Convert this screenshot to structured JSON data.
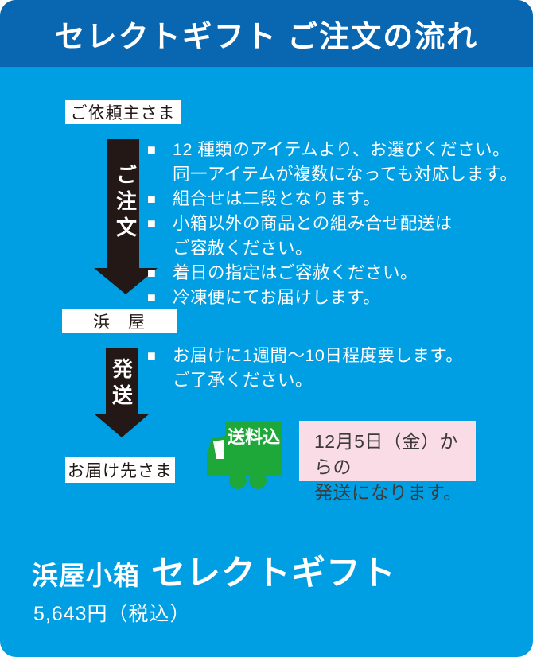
{
  "header": {
    "title": "セレクトギフト ご注文の流れ"
  },
  "flow": {
    "step1_label": "ご依頼主さま",
    "arrow1_label": "ご注文",
    "notes1": [
      {
        "marker": "■",
        "text": "12 種類のアイテムより、お選びください。"
      },
      {
        "marker": "",
        "text": "同一アイテムが複数になっても対応します。"
      },
      {
        "marker": "■",
        "text": "組合せは二段となります。"
      },
      {
        "marker": "■",
        "text": "小箱以外の商品との組み合せ配送は"
      },
      {
        "marker": "",
        "text": "ご容赦ください。"
      },
      {
        "marker": "■",
        "text": "着日の指定はご容赦ください。"
      },
      {
        "marker": "■",
        "text": "冷凍便にてお届けします。"
      }
    ],
    "step2_label": "浜　屋",
    "arrow2_label": "発送",
    "notes2": [
      {
        "marker": "■",
        "text": "お届けに1週間～10日程度要します。"
      },
      {
        "marker": "",
        "text": "ご了承ください。"
      }
    ],
    "step3_label": "お届け先さま"
  },
  "shipping": {
    "truck_badge": "送料込",
    "notice_line1": "12月5日（金）からの",
    "notice_line2": "発送になります。"
  },
  "product": {
    "brand": "浜屋小箱",
    "name": "セレクトギフト",
    "price": "5,643円（税込）"
  },
  "colors": {
    "card_background": "#009ee3",
    "header_background": "#0966b1",
    "arrow_black": "#231815",
    "truck_green": "#1fa83a",
    "notice_pink": "#f9dce6",
    "notice_text": "#3e3a39",
    "text_white": "#ffffff"
  }
}
